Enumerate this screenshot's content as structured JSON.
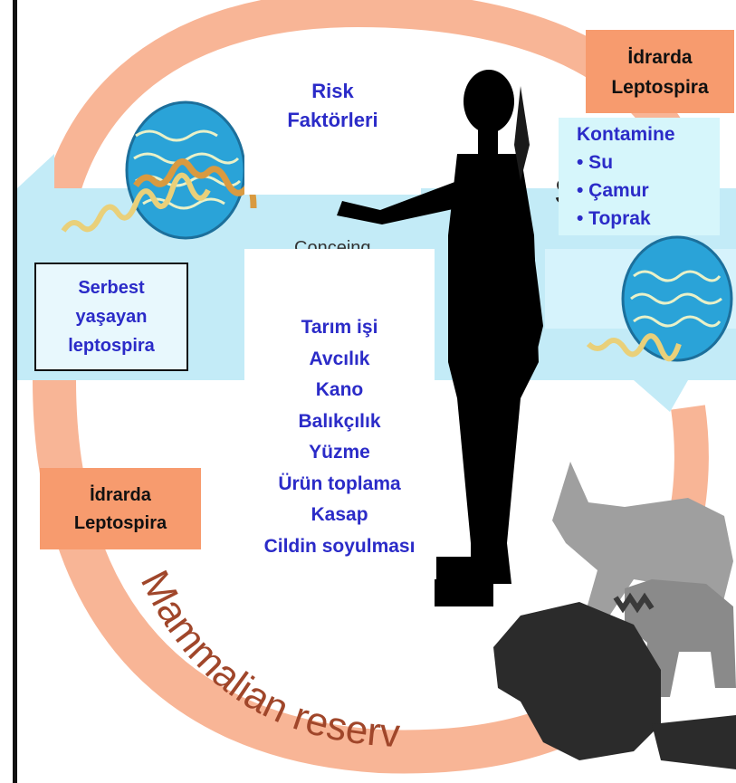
{
  "diagram": {
    "risk_factors_title": [
      "Risk",
      "Faktörleri"
    ],
    "activities": [
      "Tarım işi",
      "Avcılık",
      "Kano",
      "Balıkçılık",
      "Yüzme",
      "Ürün toplama",
      "Kasap",
      "Cildin soyulması"
    ],
    "free_living": [
      "Serbest",
      "yaşayan",
      "leptospira"
    ],
    "urine_left": [
      "İdrarda",
      "Leptospira"
    ],
    "urine_right": [
      "İdrarda",
      "Leptospira"
    ],
    "contaminated": {
      "title": "Kontamine",
      "items": [
        "• Su",
        "• Çamur",
        "• Toprak"
      ]
    },
    "background_text": {
      "reservoirs": "Mammalian reservoirs",
      "shedding": "Sh",
      "partial": "Conceing"
    },
    "colors": {
      "cycle_arrow": "#f7a27c",
      "band": "#bfe9f6",
      "urine_box": "#f79b6e",
      "label_blue": "#2b2bc8",
      "sphere": "#2aa3d8"
    },
    "icons": [
      "leptospira-sphere-icon",
      "human-silhouette-icon",
      "fox-silhouette-icon",
      "raccoon-silhouette-icon",
      "beaver-silhouette-icon"
    ]
  }
}
